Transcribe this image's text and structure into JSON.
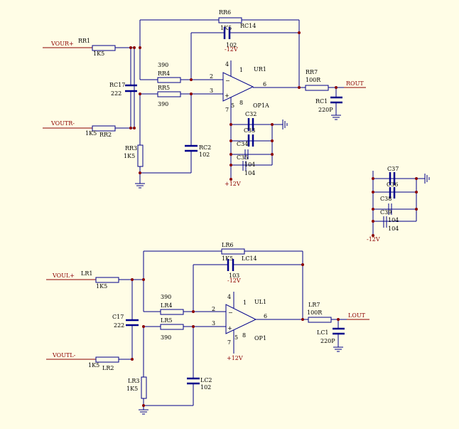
{
  "right_channel": {
    "input_plus": "VOUR+",
    "input_minus": "VOUTR-",
    "output": "ROUT",
    "opamp_ref": "UR1",
    "opamp_part": "OP1A",
    "rr1": {
      "ref": "RR1",
      "value": "1K5"
    },
    "rr2": {
      "ref": "RR2",
      "value": "1K5"
    },
    "rr3": {
      "ref": "RR3",
      "value": "1K5"
    },
    "rr4": {
      "ref": "RR4",
      "value": "390"
    },
    "rr5": {
      "ref": "RR5",
      "value": "390"
    },
    "rr6": {
      "ref": "RR6",
      "value": "1K5"
    },
    "rr7": {
      "ref": "RR7",
      "value": "100R"
    },
    "rc1": {
      "ref": "RC1",
      "value": "220P"
    },
    "rc2": {
      "ref": "RC2",
      "value": "102"
    },
    "rc14": {
      "ref": "RC14",
      "value": "102"
    },
    "rc17": {
      "ref": "RC17",
      "value": "222"
    },
    "pins": {
      "inv": "2",
      "noninv": "3",
      "out": "6",
      "v_neg": "4",
      "v_pos": "8",
      "p1": "1",
      "p5": "5",
      "p7": "7"
    }
  },
  "left_channel": {
    "input_plus": "VOUL+",
    "input_minus": "VOUTL-",
    "output": "LOUT",
    "opamp_ref": "UL1",
    "opamp_part": "OP1",
    "lr1": {
      "ref": "LR1",
      "value": "1K5"
    },
    "lr2": {
      "ref": "LR2",
      "value": "1K5"
    },
    "lr3": {
      "ref": "LR3",
      "value": "1K5"
    },
    "lr4": {
      "ref": "LR4",
      "value": "390"
    },
    "lr5": {
      "ref": "LR5",
      "value": "390"
    },
    "lr6": {
      "ref": "LR6",
      "value": "1K5"
    },
    "lr7": {
      "ref": "LR7",
      "value": "100R"
    },
    "lc1": {
      "ref": "LC1",
      "value": "220P"
    },
    "lc2": {
      "ref": "LC2",
      "value": "102"
    },
    "lc14": {
      "ref": "LC14",
      "value": "103"
    },
    "c17": {
      "ref": "C17",
      "value": "222"
    },
    "pins": {
      "inv": "2",
      "noninv": "3",
      "out": "6",
      "v_neg": "4",
      "v_pos": "8",
      "p1": "1",
      "p5": "5",
      "p7": "7"
    }
  },
  "supply": {
    "neg": "-12V",
    "pos": "+12V",
    "decoupling_right": {
      "c32": "C32",
      "c33": "C33",
      "c34": "C34",
      "c35": "C35",
      "val_a": "104",
      "val_b": "104"
    },
    "decoupling_extra": {
      "c36": "C36",
      "c37": "C37",
      "c38": "C38",
      "c39": "C39",
      "val_a": "104",
      "val_b": "104"
    }
  }
}
